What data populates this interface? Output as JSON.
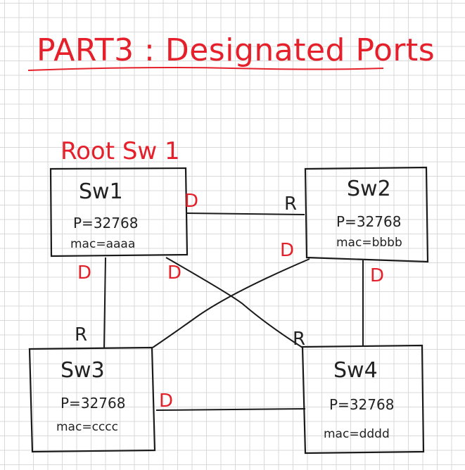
{
  "title": "PART3 : Designated Ports",
  "root_label": "Root Sw 1",
  "switches": [
    {
      "name": "Sw1",
      "priority": "P=32768",
      "mac": "mac=aaaa"
    },
    {
      "name": "Sw2",
      "priority": "P=32768",
      "mac": "mac=bbbb"
    },
    {
      "name": "Sw3",
      "priority": "P=32768",
      "mac": "mac=cccc"
    },
    {
      "name": "Sw4",
      "priority": "P=32768",
      "mac": "mac=dddd"
    }
  ],
  "port_labels": {
    "sw1_to_sw2": "D",
    "sw2_from_sw1": "R",
    "sw1_to_sw3": "D",
    "sw1_to_sw4": "D",
    "sw2_to_sw3": "D",
    "sw2_to_sw4": "D",
    "sw3_from_sw1": "R",
    "sw4_from_sw1": "R",
    "sw3_to_sw4": "D"
  },
  "colors": {
    "red": "#e5202a",
    "ink": "#1a1a1a",
    "grid": "#d9d9d9"
  }
}
